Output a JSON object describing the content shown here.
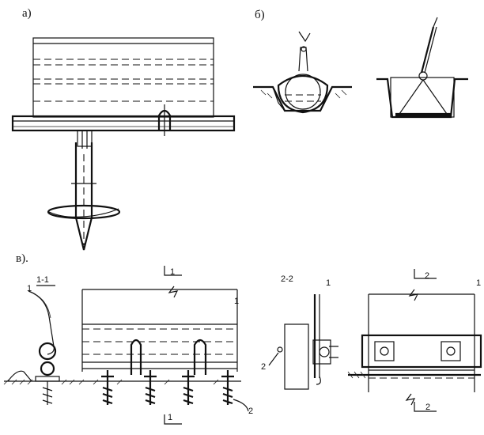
{
  "panels": {
    "a": {
      "label": "а)"
    },
    "b": {
      "label": "б)"
    },
    "v": {
      "label": "в)."
    }
  },
  "sections": {
    "s11": "1-1",
    "s22": "2-2"
  },
  "callouts": {
    "one": "1",
    "two": "2"
  }
}
